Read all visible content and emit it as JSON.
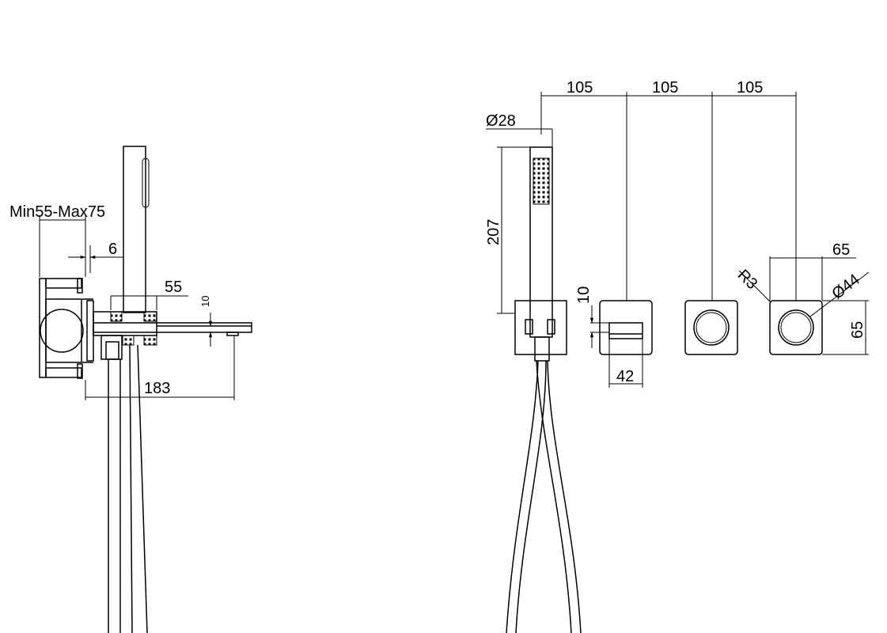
{
  "side_view": {
    "wall_thickness": "Min55-Max75",
    "plate_gap": "6",
    "spout_height": "55",
    "spout_outlet": "10",
    "spout_projection": "183"
  },
  "front_view": {
    "spacing_1": "105",
    "spacing_2": "105",
    "spacing_3": "105",
    "handshower_diameter": "Ø28",
    "handshower_length": "207",
    "spout_drop": "10",
    "spout_width": "42",
    "plate_width": "65",
    "plate_radius": "R3",
    "knob_diameter": "Ø44",
    "plate_height": "65"
  }
}
